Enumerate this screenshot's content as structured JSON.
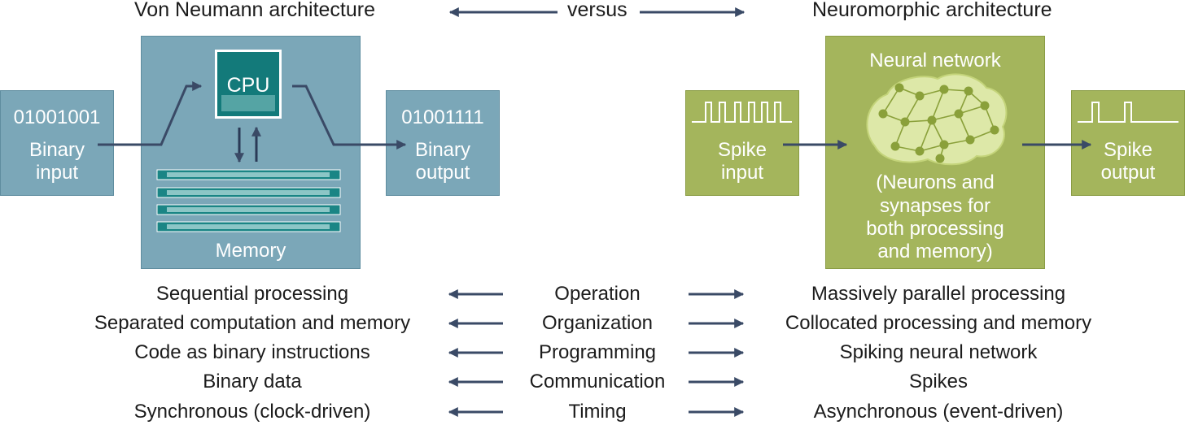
{
  "header": {
    "left_title": "Von Neumann architecture",
    "center_label": "versus",
    "right_title": "Neuromorphic architecture"
  },
  "von_neumann": {
    "input_bits": "01001001",
    "input_label_line1": "Binary",
    "input_label_line2": "input",
    "cpu_label": "CPU",
    "memory_label": "Memory",
    "output_bits": "01001111",
    "output_label_line1": "Binary",
    "output_label_line2": "output"
  },
  "neuromorphic": {
    "input_label_line1": "Spike",
    "input_label_line2": "input",
    "network_title": "Neural network",
    "network_note_line1": "(Neurons and",
    "network_note_line2": "synapses for",
    "network_note_line3": "both processing",
    "network_note_line4": "and memory)",
    "output_label_line1": "Spike",
    "output_label_line2": "output"
  },
  "comparison": [
    {
      "left": "Sequential processing",
      "aspect": "Operation",
      "right": "Massively parallel processing"
    },
    {
      "left": "Separated computation and memory",
      "aspect": "Organization",
      "right": "Collocated processing and memory"
    },
    {
      "left": "Code as binary instructions",
      "aspect": "Programming",
      "right": "Spiking neural network"
    },
    {
      "left": "Binary data",
      "aspect": "Communication",
      "right": "Spikes"
    },
    {
      "left": "Synchronous (clock-driven)",
      "aspect": "Timing",
      "right": "Asynchronous (event-driven)"
    }
  ],
  "colors": {
    "von_neumann_fill": "#7ba7b8",
    "neuromorphic_fill": "#a4b55c",
    "arrow": "#3a4a66",
    "cpu_chip": "#137a7a",
    "memory_chip": "#1a8585",
    "brain": "#dde8a8",
    "neuron": "#8aa03a"
  }
}
